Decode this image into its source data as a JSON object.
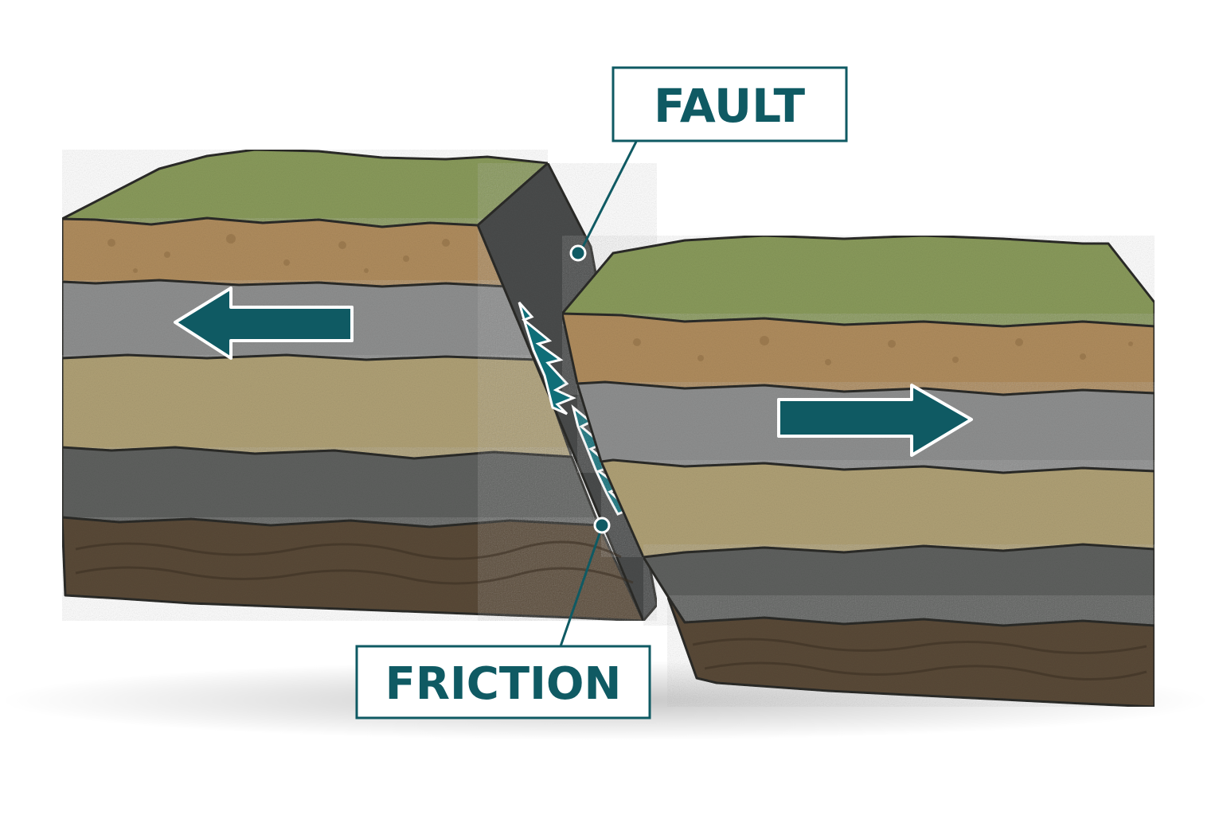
{
  "labels": {
    "fault": "FAULT",
    "friction": "FRICTION"
  },
  "colors": {
    "accent": "#0f5a63",
    "grass": "#8a9b5c",
    "topsoil": "#b08d5e",
    "grey_rock": "#8f9090",
    "sandstone": "#b0a176",
    "dark_rock": "#5f615f",
    "bedrock": "#5a4a38",
    "fault_face": "#4a4c4c"
  },
  "motion": {
    "left_block": "moves-left",
    "right_block": "moves-right"
  }
}
